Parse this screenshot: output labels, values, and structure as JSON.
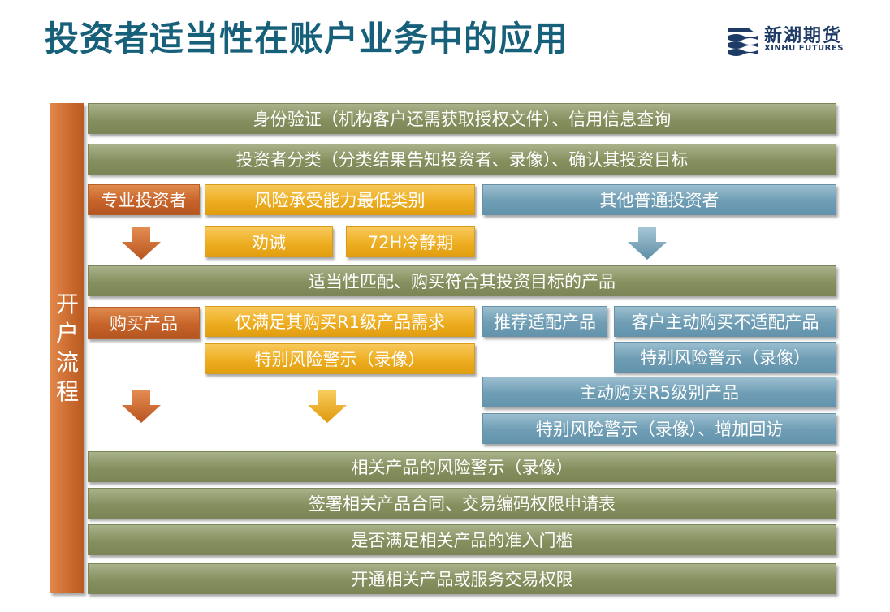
{
  "title": "投资者适当性在账户业务中的应用",
  "logo": {
    "name_cn": "新湖期货",
    "name_en": "XINHU FUTURES"
  },
  "sidebar": {
    "label": "开户流程"
  },
  "steps": {
    "identity": "身份验证（机构客户还需获取授权文件）、信用信息查询",
    "classify": "投资者分类（分类结果告知投资者、录像）、确认其投资目标",
    "match": "适当性匹配、购买符合其投资目标的产品",
    "risk_warning": "相关产品的风险警示（录像）",
    "sign": "签署相关产品合同、交易编码权限申请表",
    "access": "是否满足相关产品的准入门槛",
    "open": "开通相关产品或服务交易权限"
  },
  "professional": {
    "label": "专业投资者",
    "buy": "购买产品"
  },
  "lowest_risk": {
    "label": "风险承受能力最低类别",
    "advise": "劝诫",
    "cooling": "72H冷静期",
    "buy_r1": "仅满足其购买R1级产品需求",
    "warning": "特别风险警示（录像）"
  },
  "ordinary": {
    "label": "其他普通投资者",
    "recommend": "推荐适配产品",
    "self_buy": "客户主动购买不适配产品",
    "warning": "特别风险警示（录像）",
    "buy_r5": "主动购买R5级别产品",
    "warning_visit": "特别风险警示（录像）、增加回访"
  },
  "colors": {
    "title": "#17607a",
    "olive": "#86905f",
    "orange": "#c7642a",
    "gold": "#eeae22",
    "blue": "#6e9db4"
  }
}
